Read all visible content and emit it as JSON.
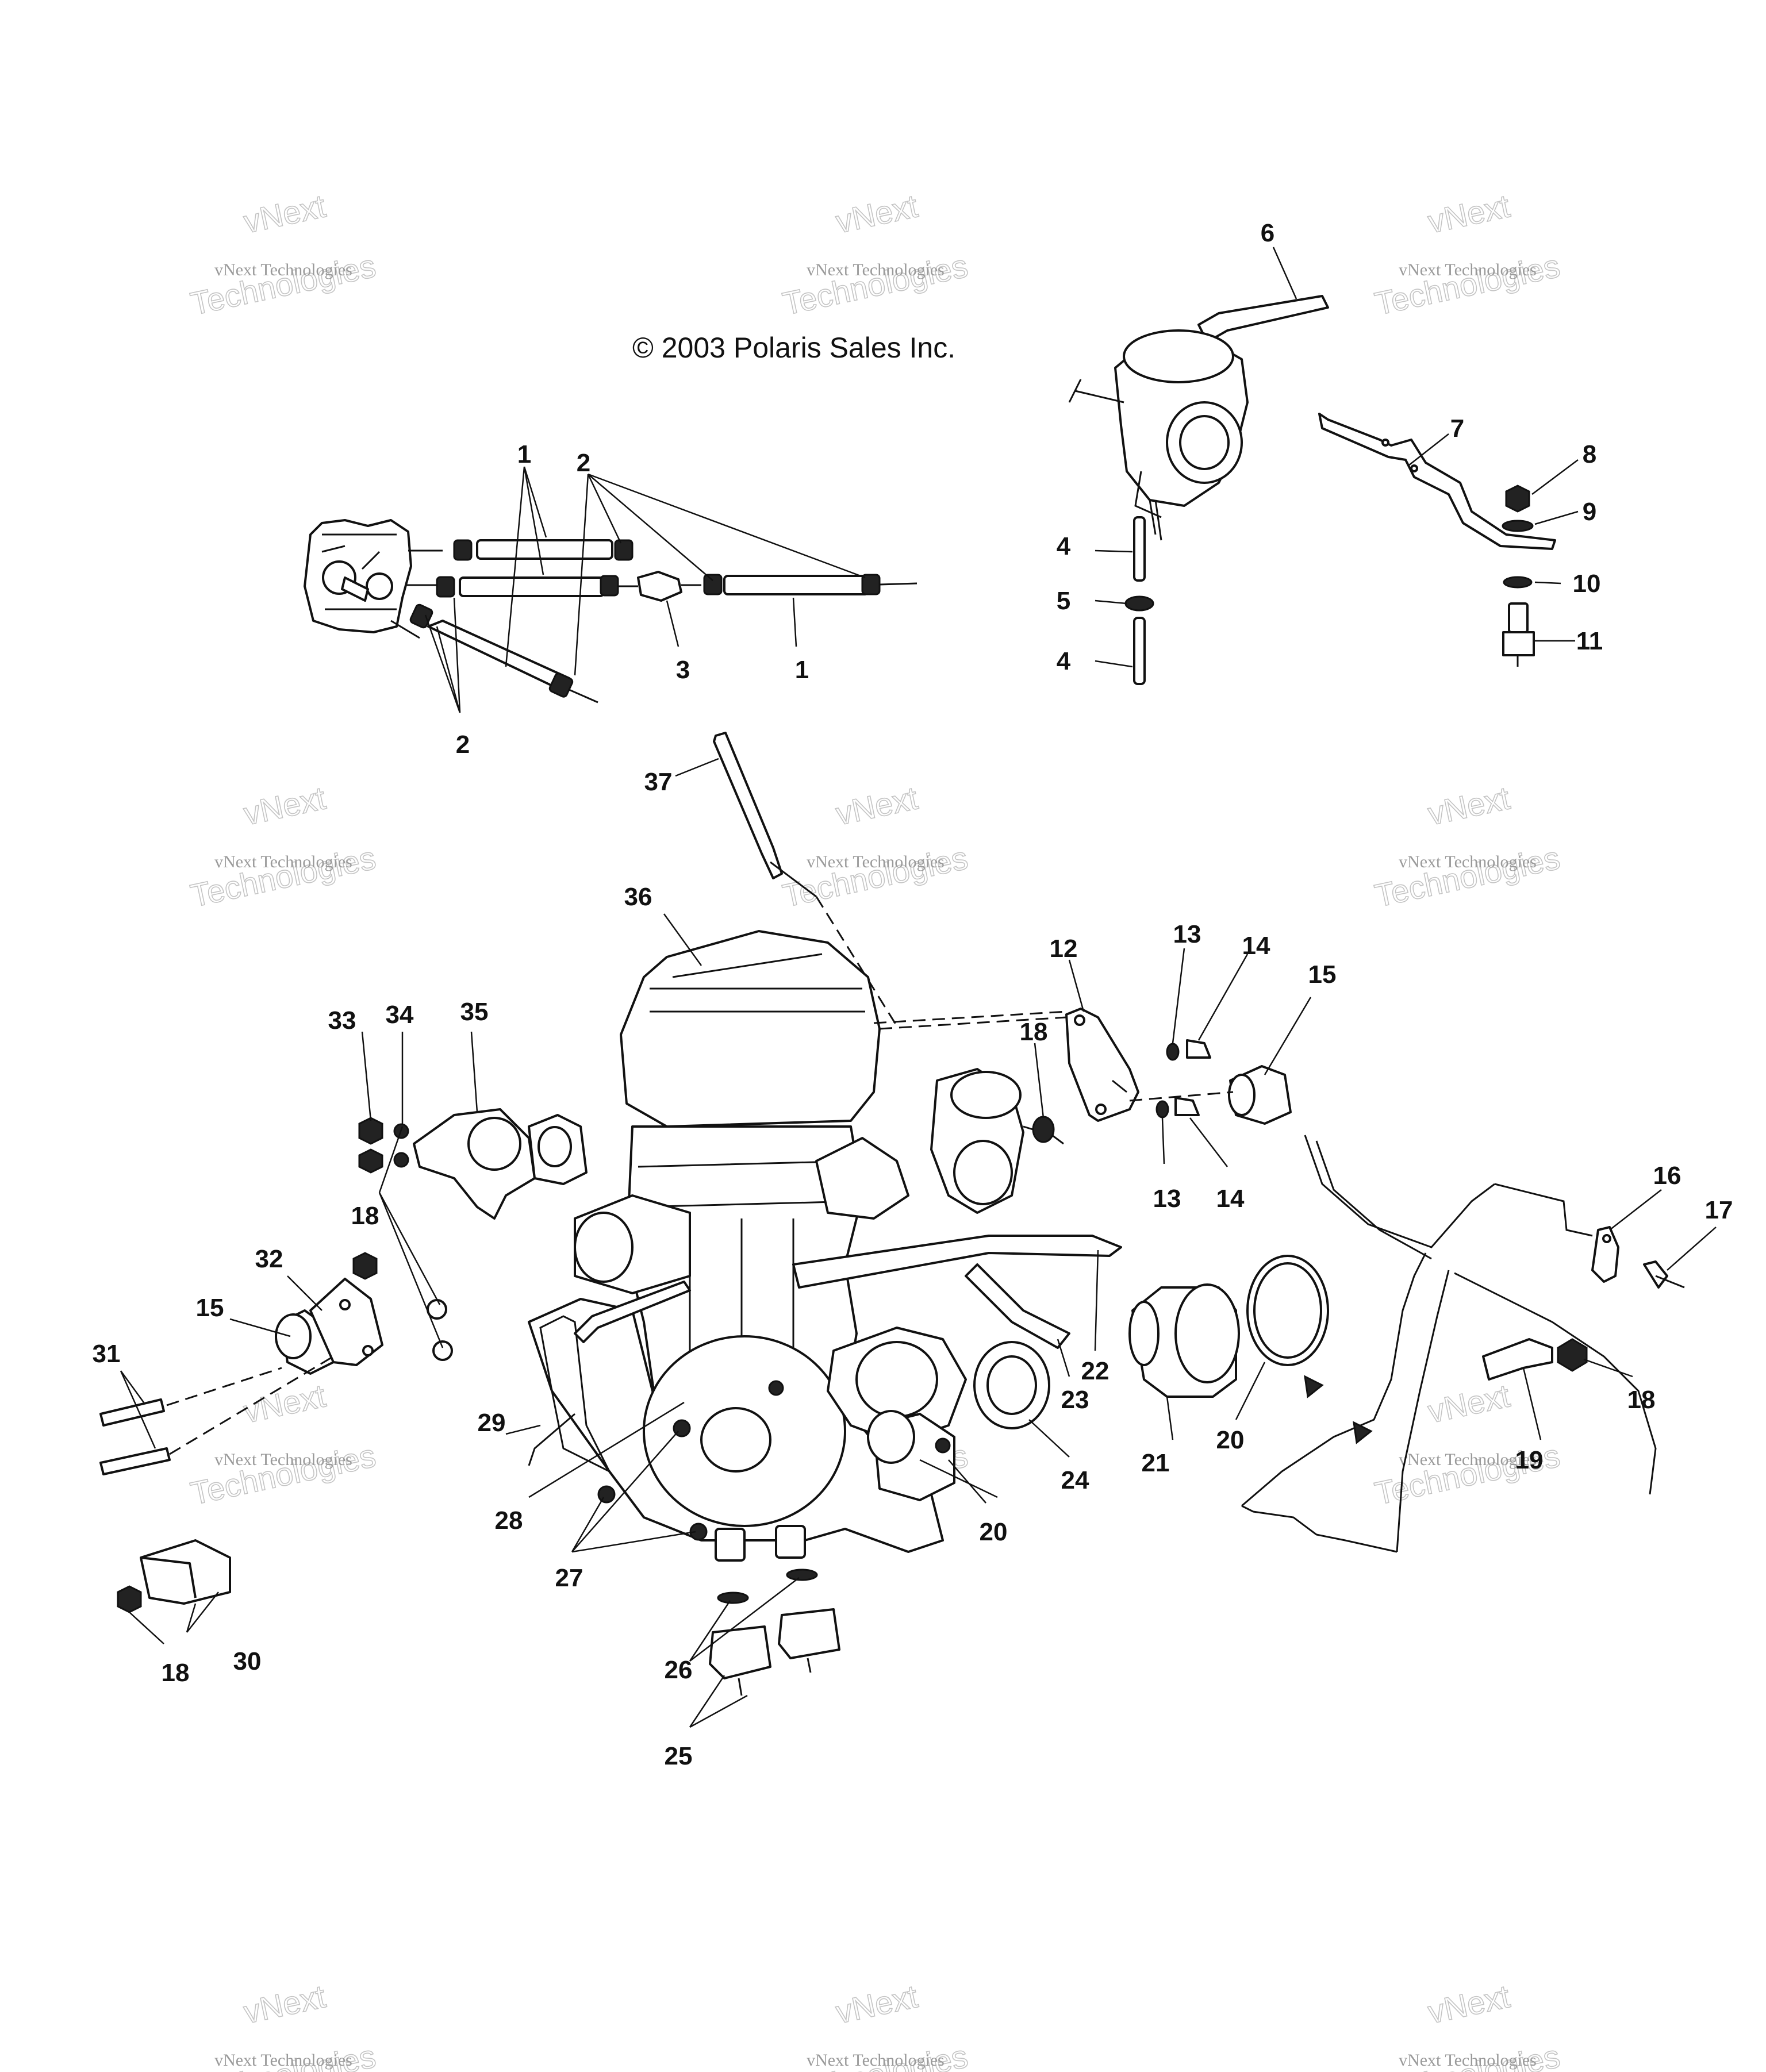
{
  "copyright": "© 2003 Polaris Sales Inc.",
  "watermark": {
    "line1": "vNext Technologies",
    "line2": "vNext",
    "line3": "Technologies"
  },
  "callouts": [
    {
      "id": "c1a",
      "label": "1"
    },
    {
      "id": "c1b",
      "label": "1"
    },
    {
      "id": "c2a",
      "label": "2"
    },
    {
      "id": "c2b",
      "label": "2"
    },
    {
      "id": "c3",
      "label": "3"
    },
    {
      "id": "c4a",
      "label": "4"
    },
    {
      "id": "c4b",
      "label": "4"
    },
    {
      "id": "c5",
      "label": "5"
    },
    {
      "id": "c6",
      "label": "6"
    },
    {
      "id": "c7",
      "label": "7"
    },
    {
      "id": "c8",
      "label": "8"
    },
    {
      "id": "c9",
      "label": "9"
    },
    {
      "id": "c10",
      "label": "10"
    },
    {
      "id": "c11",
      "label": "11"
    },
    {
      "id": "c12",
      "label": "12"
    },
    {
      "id": "c13a",
      "label": "13"
    },
    {
      "id": "c13b",
      "label": "13"
    },
    {
      "id": "c14a",
      "label": "14"
    },
    {
      "id": "c14b",
      "label": "14"
    },
    {
      "id": "c15a",
      "label": "15"
    },
    {
      "id": "c15b",
      "label": "15"
    },
    {
      "id": "c16",
      "label": "16"
    },
    {
      "id": "c17",
      "label": "17"
    },
    {
      "id": "c18a",
      "label": "18"
    },
    {
      "id": "c18b",
      "label": "18"
    },
    {
      "id": "c18c",
      "label": "18"
    },
    {
      "id": "c18d",
      "label": "18"
    },
    {
      "id": "c19",
      "label": "19"
    },
    {
      "id": "c20a",
      "label": "20"
    },
    {
      "id": "c20b",
      "label": "20"
    },
    {
      "id": "c21",
      "label": "21"
    },
    {
      "id": "c22",
      "label": "22"
    },
    {
      "id": "c23",
      "label": "23"
    },
    {
      "id": "c24",
      "label": "24"
    },
    {
      "id": "c25",
      "label": "25"
    },
    {
      "id": "c26",
      "label": "26"
    },
    {
      "id": "c27",
      "label": "27"
    },
    {
      "id": "c28",
      "label": "28"
    },
    {
      "id": "c29",
      "label": "29"
    },
    {
      "id": "c30",
      "label": "30"
    },
    {
      "id": "c31",
      "label": "31"
    },
    {
      "id": "c32",
      "label": "32"
    },
    {
      "id": "c33",
      "label": "33"
    },
    {
      "id": "c34",
      "label": "34"
    },
    {
      "id": "c35",
      "label": "35"
    },
    {
      "id": "c36",
      "label": "36"
    },
    {
      "id": "c37",
      "label": "37"
    }
  ]
}
